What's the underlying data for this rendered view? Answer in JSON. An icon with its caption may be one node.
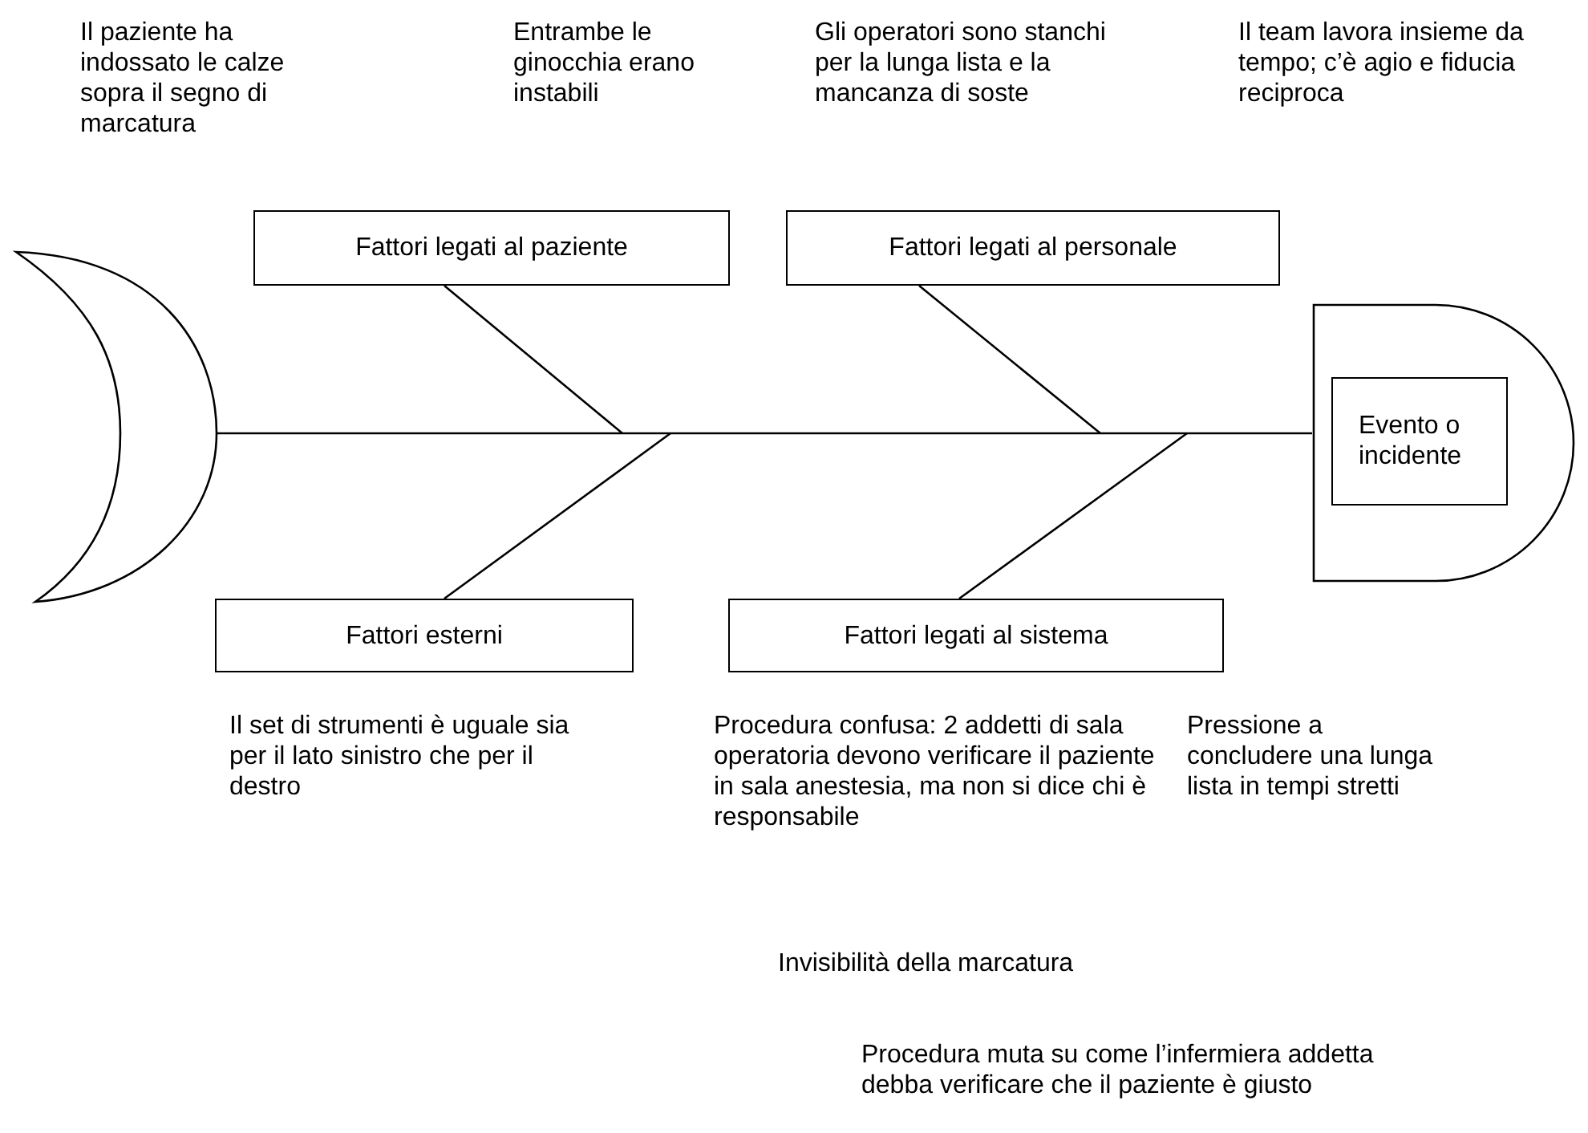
{
  "diagram": {
    "nodes": [
      {
        "text": [],
        "shape": "crescent"
      },
      {
        "text": [
          "Fattori legati al paziente"
        ]
      },
      {
        "text": [
          "Fattori legati al personale"
        ]
      },
      {
        "text": [],
        "shape": "semicircle"
      },
      {
        "text": [
          "Evento o incidente"
        ],
        "in": 3
      },
      {
        "text": [
          "Fattori esterni"
        ]
      },
      {
        "text": [
          "Fattori legati al sistema"
        ]
      }
    ],
    "edges": [
      {
        "from": 0,
        "to": 3,
        "arrow": "none"
      },
      {
        "from": 1,
        "to": null,
        "arrow": "none"
      },
      {
        "from": 2,
        "to": null,
        "arrow": "none"
      },
      {
        "from": 5,
        "to": null,
        "arrow": "none"
      },
      {
        "from": 6,
        "to": null,
        "arrow": "none"
      }
    ],
    "labels": [
      "Il paziente ha indossato le calze sopra il segno di marcatura",
      "Entrambe le ginocchia erano instabili",
      "Gli operatori sono stanchi per la lunga lista e la mancanza di soste",
      "Il team lavora insieme da tempo; c’è agio e fiducia reciproca",
      "Il set di strumenti è uguale sia per il lato sinistro che per il destro",
      "Procedura confusa: 2 addetti di sala operatoria devono verificare il paziente in sala anestesia, ma non si dice chi è responsabile",
      "Pressione a concludere una lunga lista in tempi stretti",
      "Invisibilità della marcatura",
      "Procedura muta su come l’infermiera addetta debba verificare che il paziente è giusto"
    ]
  }
}
